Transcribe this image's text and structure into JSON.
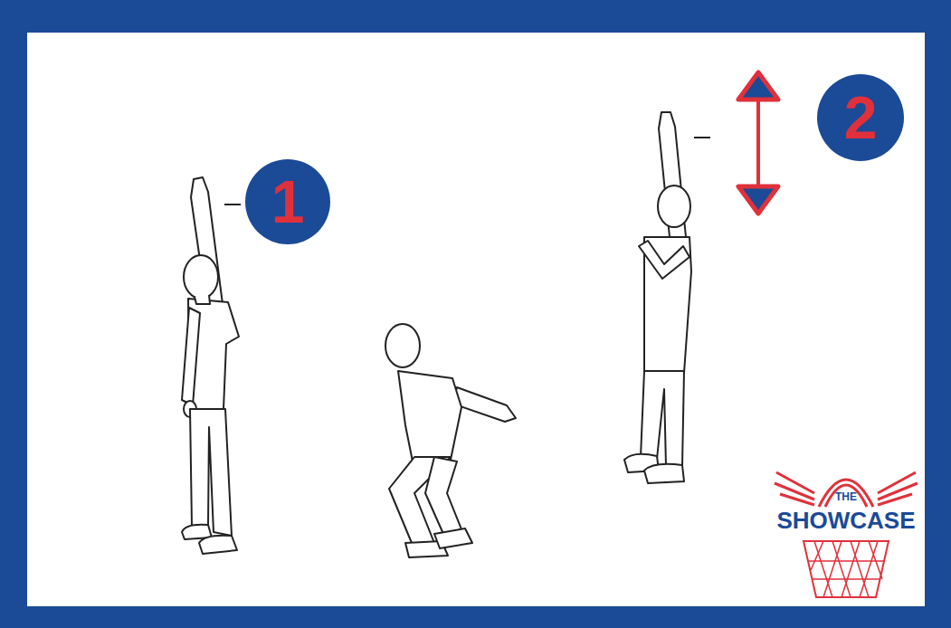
{
  "diagram": {
    "nodes": [
      {
        "text": [
          "1"
        ]
      },
      {
        "text": [
          "2"
        ]
      }
    ],
    "labels": [
      "THE",
      "SHOWCASE"
    ]
  }
}
